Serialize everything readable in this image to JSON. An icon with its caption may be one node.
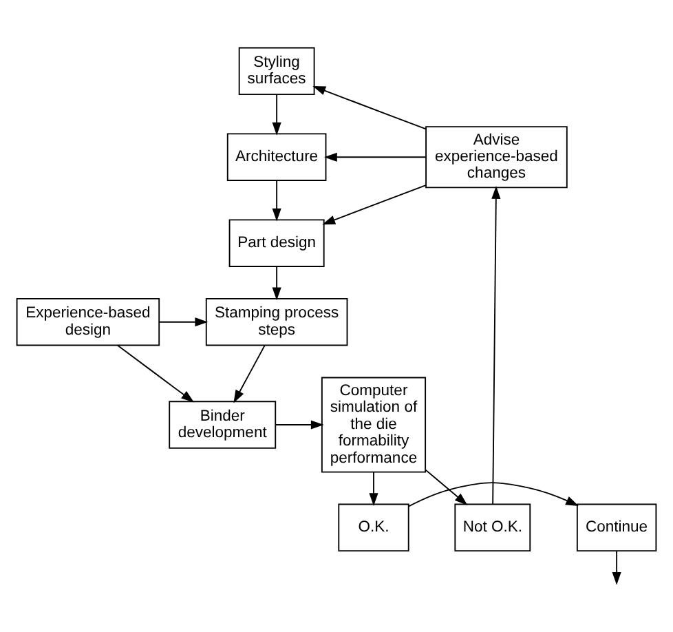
{
  "diagram": {
    "nodes": [
      {
        "text": [
          "Styling surfaces"
        ]
      },
      {
        "text": [
          "Architecture"
        ]
      },
      {
        "text": [
          "Part design"
        ]
      },
      {
        "text": [
          "Stamping process steps"
        ]
      },
      {
        "text": [
          "Binder development"
        ]
      },
      {
        "text": [
          "Experience-based design"
        ]
      },
      {
        "text": [
          "Computer simulation of the die formability performance"
        ]
      },
      {
        "text": [
          "Not O.K."
        ]
      },
      {
        "text": [
          "Advise experience-based changes"
        ]
      },
      {
        "text": [
          "O.K."
        ]
      },
      {
        "text": [
          "Continue"
        ]
      }
    ],
    "edges": [
      {
        "from": 0,
        "to": 1,
        "arrow": "to"
      },
      {
        "from": 1,
        "to": 2,
        "arrow": "to"
      },
      {
        "from": 2,
        "to": 3,
        "arrow": "to"
      },
      {
        "from": 3,
        "to": 4,
        "arrow": "to"
      },
      {
        "from": 5,
        "to": 3,
        "arrow": "to"
      },
      {
        "from": 5,
        "to": 4,
        "arrow": "to"
      },
      {
        "from": 4,
        "to": 6,
        "arrow": "to"
      },
      {
        "from": 6,
        "to": 7,
        "arrow": "to"
      },
      {
        "from": 7,
        "to": 8,
        "arrow": "to"
      },
      {
        "from": 8,
        "to": 0,
        "arrow": "to"
      },
      {
        "from": 8,
        "to": 1,
        "arrow": "to"
      },
      {
        "from": 8,
        "to": 2,
        "arrow": "to"
      },
      {
        "from": 6,
        "to": 9,
        "arrow": "to"
      },
      {
        "from": 9,
        "to": 10,
        "arrow": "to"
      },
      {
        "from": 10,
        "to": null,
        "arrow": "to"
      }
    ]
  }
}
